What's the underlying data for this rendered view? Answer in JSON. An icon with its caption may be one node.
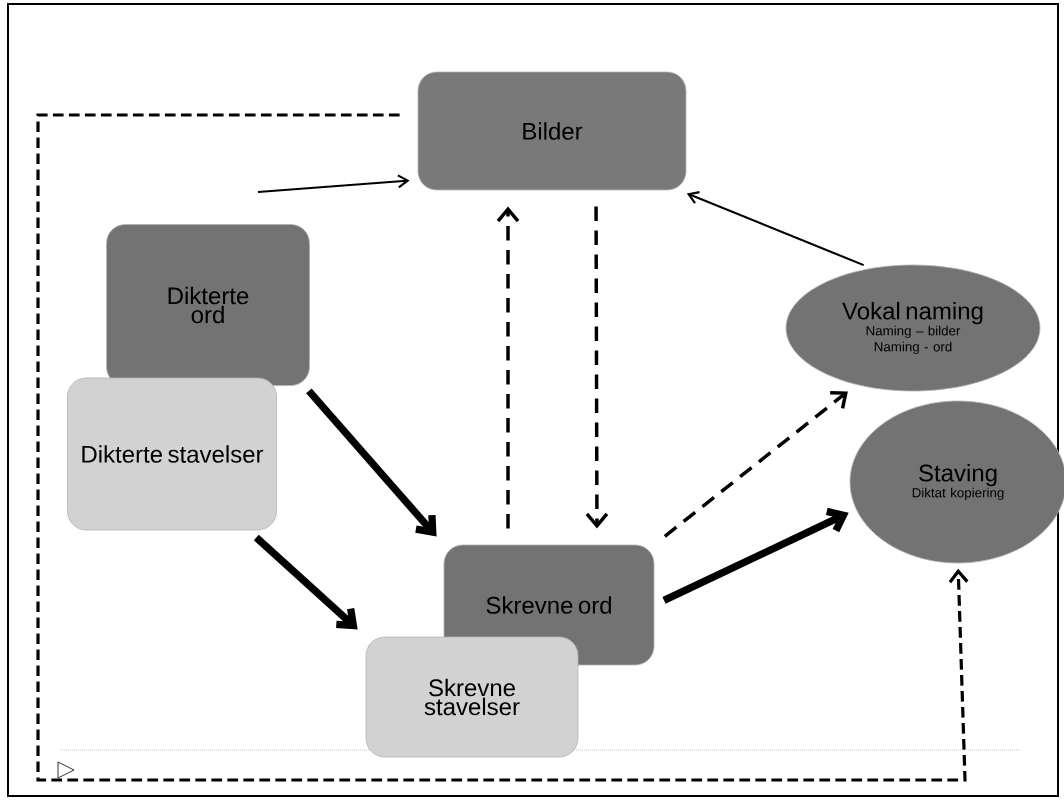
{
  "diagram": {
    "nodes": [
      {
        "text": [
          "Bilder"
        ]
      },
      {
        "text": [
          "Dikterte ord"
        ]
      },
      {
        "text": [
          "Dikterte stavelser"
        ]
      },
      {
        "text": [
          "Vokal naming",
          "Naming – bilder Naming - ord"
        ]
      },
      {
        "text": [
          "Staving",
          "Diktat kopiering"
        ]
      },
      {
        "text": [
          "Skrevne ord"
        ]
      },
      {
        "text": [
          "Skrevne stavelser"
        ]
      }
    ],
    "edges": [
      {
        "from": null,
        "to": 0,
        "arrow": "to"
      },
      {
        "from": 3,
        "to": 0,
        "arrow": "to"
      },
      {
        "from": 1,
        "to": 5,
        "arrow": "to",
        "style": "thick"
      },
      {
        "from": 2,
        "to": 6,
        "arrow": "to",
        "style": "thick"
      },
      {
        "from": 5,
        "to": 0,
        "arrow": "to",
        "style": "dashed"
      },
      {
        "from": 0,
        "to": 5,
        "arrow": "to",
        "style": "dashed"
      },
      {
        "from": 5,
        "to": 3,
        "arrow": "to",
        "style": "dashed"
      },
      {
        "from": 5,
        "to": 4,
        "arrow": "to",
        "style": "thick"
      },
      {
        "from": 0,
        "to": 4,
        "arrow": "to",
        "style": "dashed"
      }
    ]
  }
}
